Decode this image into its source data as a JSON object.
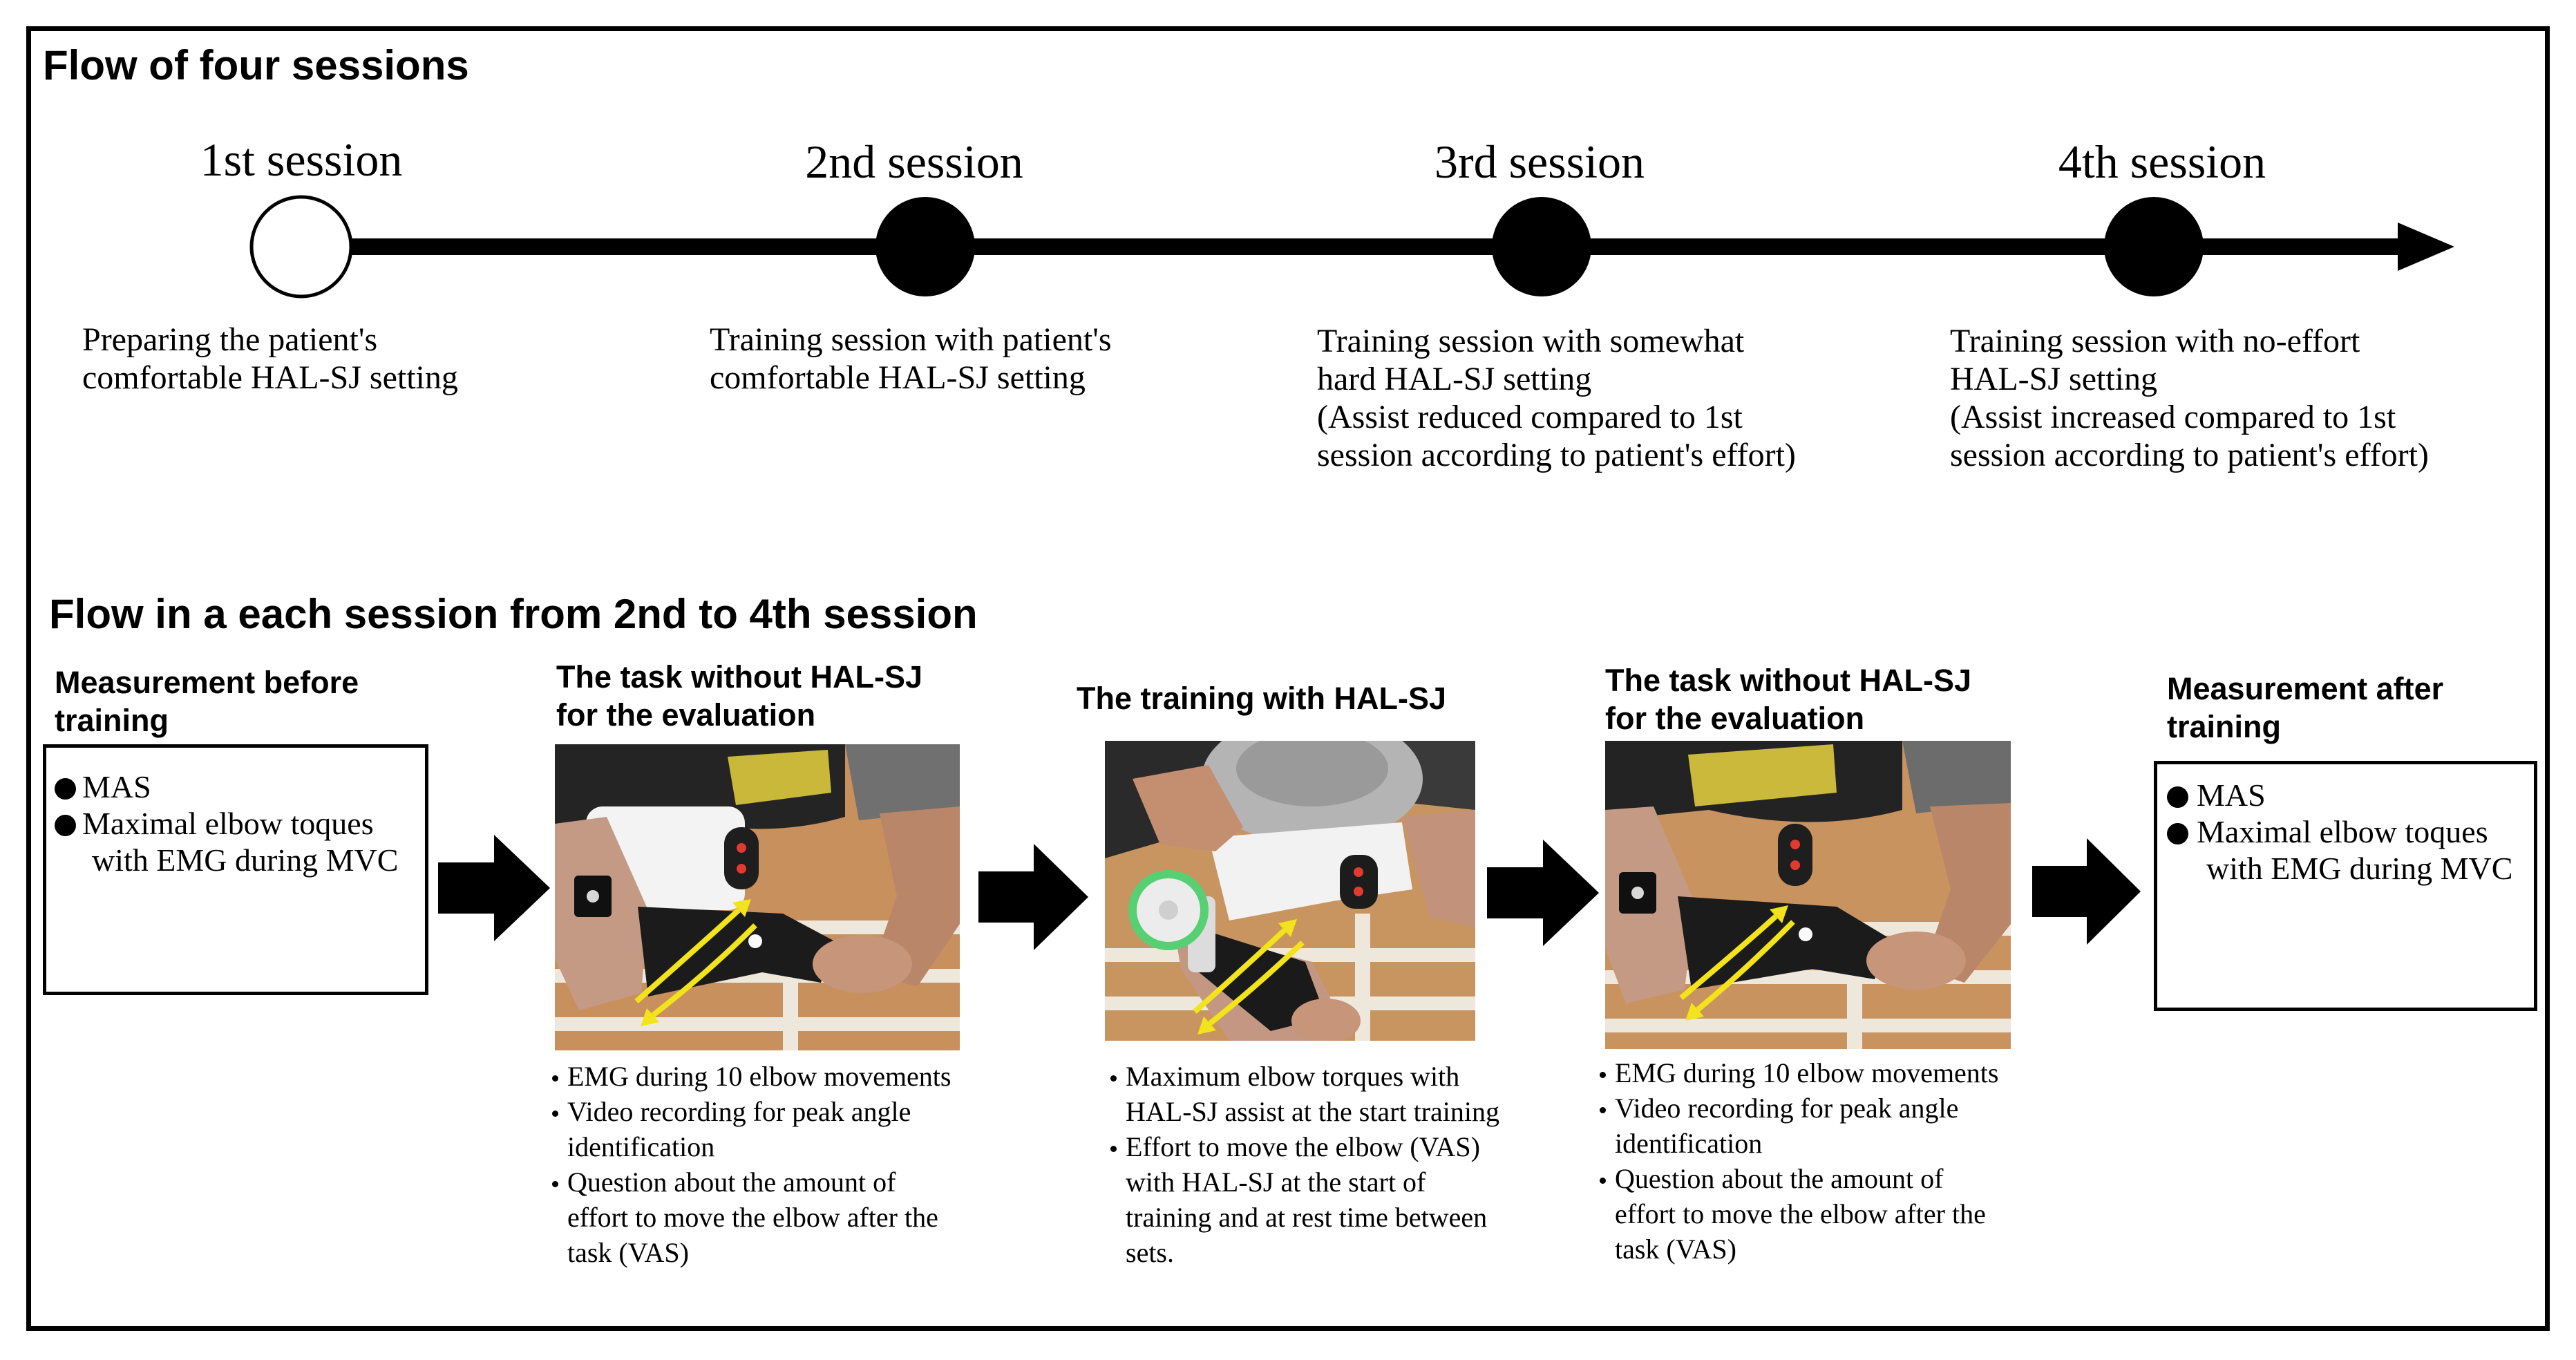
{
  "flow_of_sessions": {
    "title": "Flow of four sessions",
    "sessions": [
      {
        "label": "1st session",
        "description": [
          "Preparing the patient's",
          "comfortable HAL-SJ setting"
        ]
      },
      {
        "label": "2nd session",
        "description": [
          "Training session with patient's",
          "comfortable HAL-SJ setting"
        ]
      },
      {
        "label": "3rd session",
        "description": [
          "Training session with somewhat",
          "hard HAL-SJ setting",
          "(Assist reduced compared to 1st",
          "session according to patient's effort)"
        ]
      },
      {
        "label": "4th session",
        "description": [
          "Training session with no-effort",
          "HAL-SJ setting",
          "(Assist increased compared to 1st",
          "session according to patient's effort)"
        ]
      }
    ]
  },
  "flow_in_session": {
    "title": "Flow in a each session from 2nd to 4th session",
    "steps": [
      {
        "header": [
          "Measurement before",
          "training"
        ],
        "items": [
          [
            "MAS"
          ],
          [
            "Maximal elbow toques",
            "with EMG during MVC"
          ]
        ]
      },
      {
        "header": [
          "The task without HAL-SJ",
          "for the evaluation"
        ],
        "items": [
          [
            "EMG during 10 elbow movements"
          ],
          [
            "Video recording for peak angle",
            "identification"
          ],
          [
            "Question about the amount of",
            "effort to move the elbow after the",
            "task (VAS)"
          ]
        ]
      },
      {
        "header": [
          "The training with HAL-SJ"
        ],
        "items": [
          [
            "Maximum elbow torques with",
            "HAL-SJ assist at the start training"
          ],
          [
            "Effort to move the elbow (VAS)",
            "with HAL-SJ at the start of",
            "training and at rest time between",
            "sets."
          ]
        ]
      },
      {
        "header": [
          "The task without HAL-SJ",
          "for the evaluation"
        ],
        "items": [
          [
            "EMG during 10 elbow movements"
          ],
          [
            "Video recording for peak angle",
            "identification"
          ],
          [
            "Question about the amount of",
            "effort to move the elbow after the",
            "task (VAS)"
          ]
        ]
      },
      {
        "header": [
          "Measurement after",
          "training"
        ],
        "items": [
          [
            "MAS"
          ],
          [
            "Maximal elbow toques",
            "with EMG during MVC"
          ]
        ]
      }
    ]
  },
  "colors": {
    "ink": "#000000",
    "session_marker_fills": [
      "#ffffff",
      "#000000",
      "#000000",
      "#000000"
    ],
    "photo_motion_arrows": "#f2e31b"
  }
}
